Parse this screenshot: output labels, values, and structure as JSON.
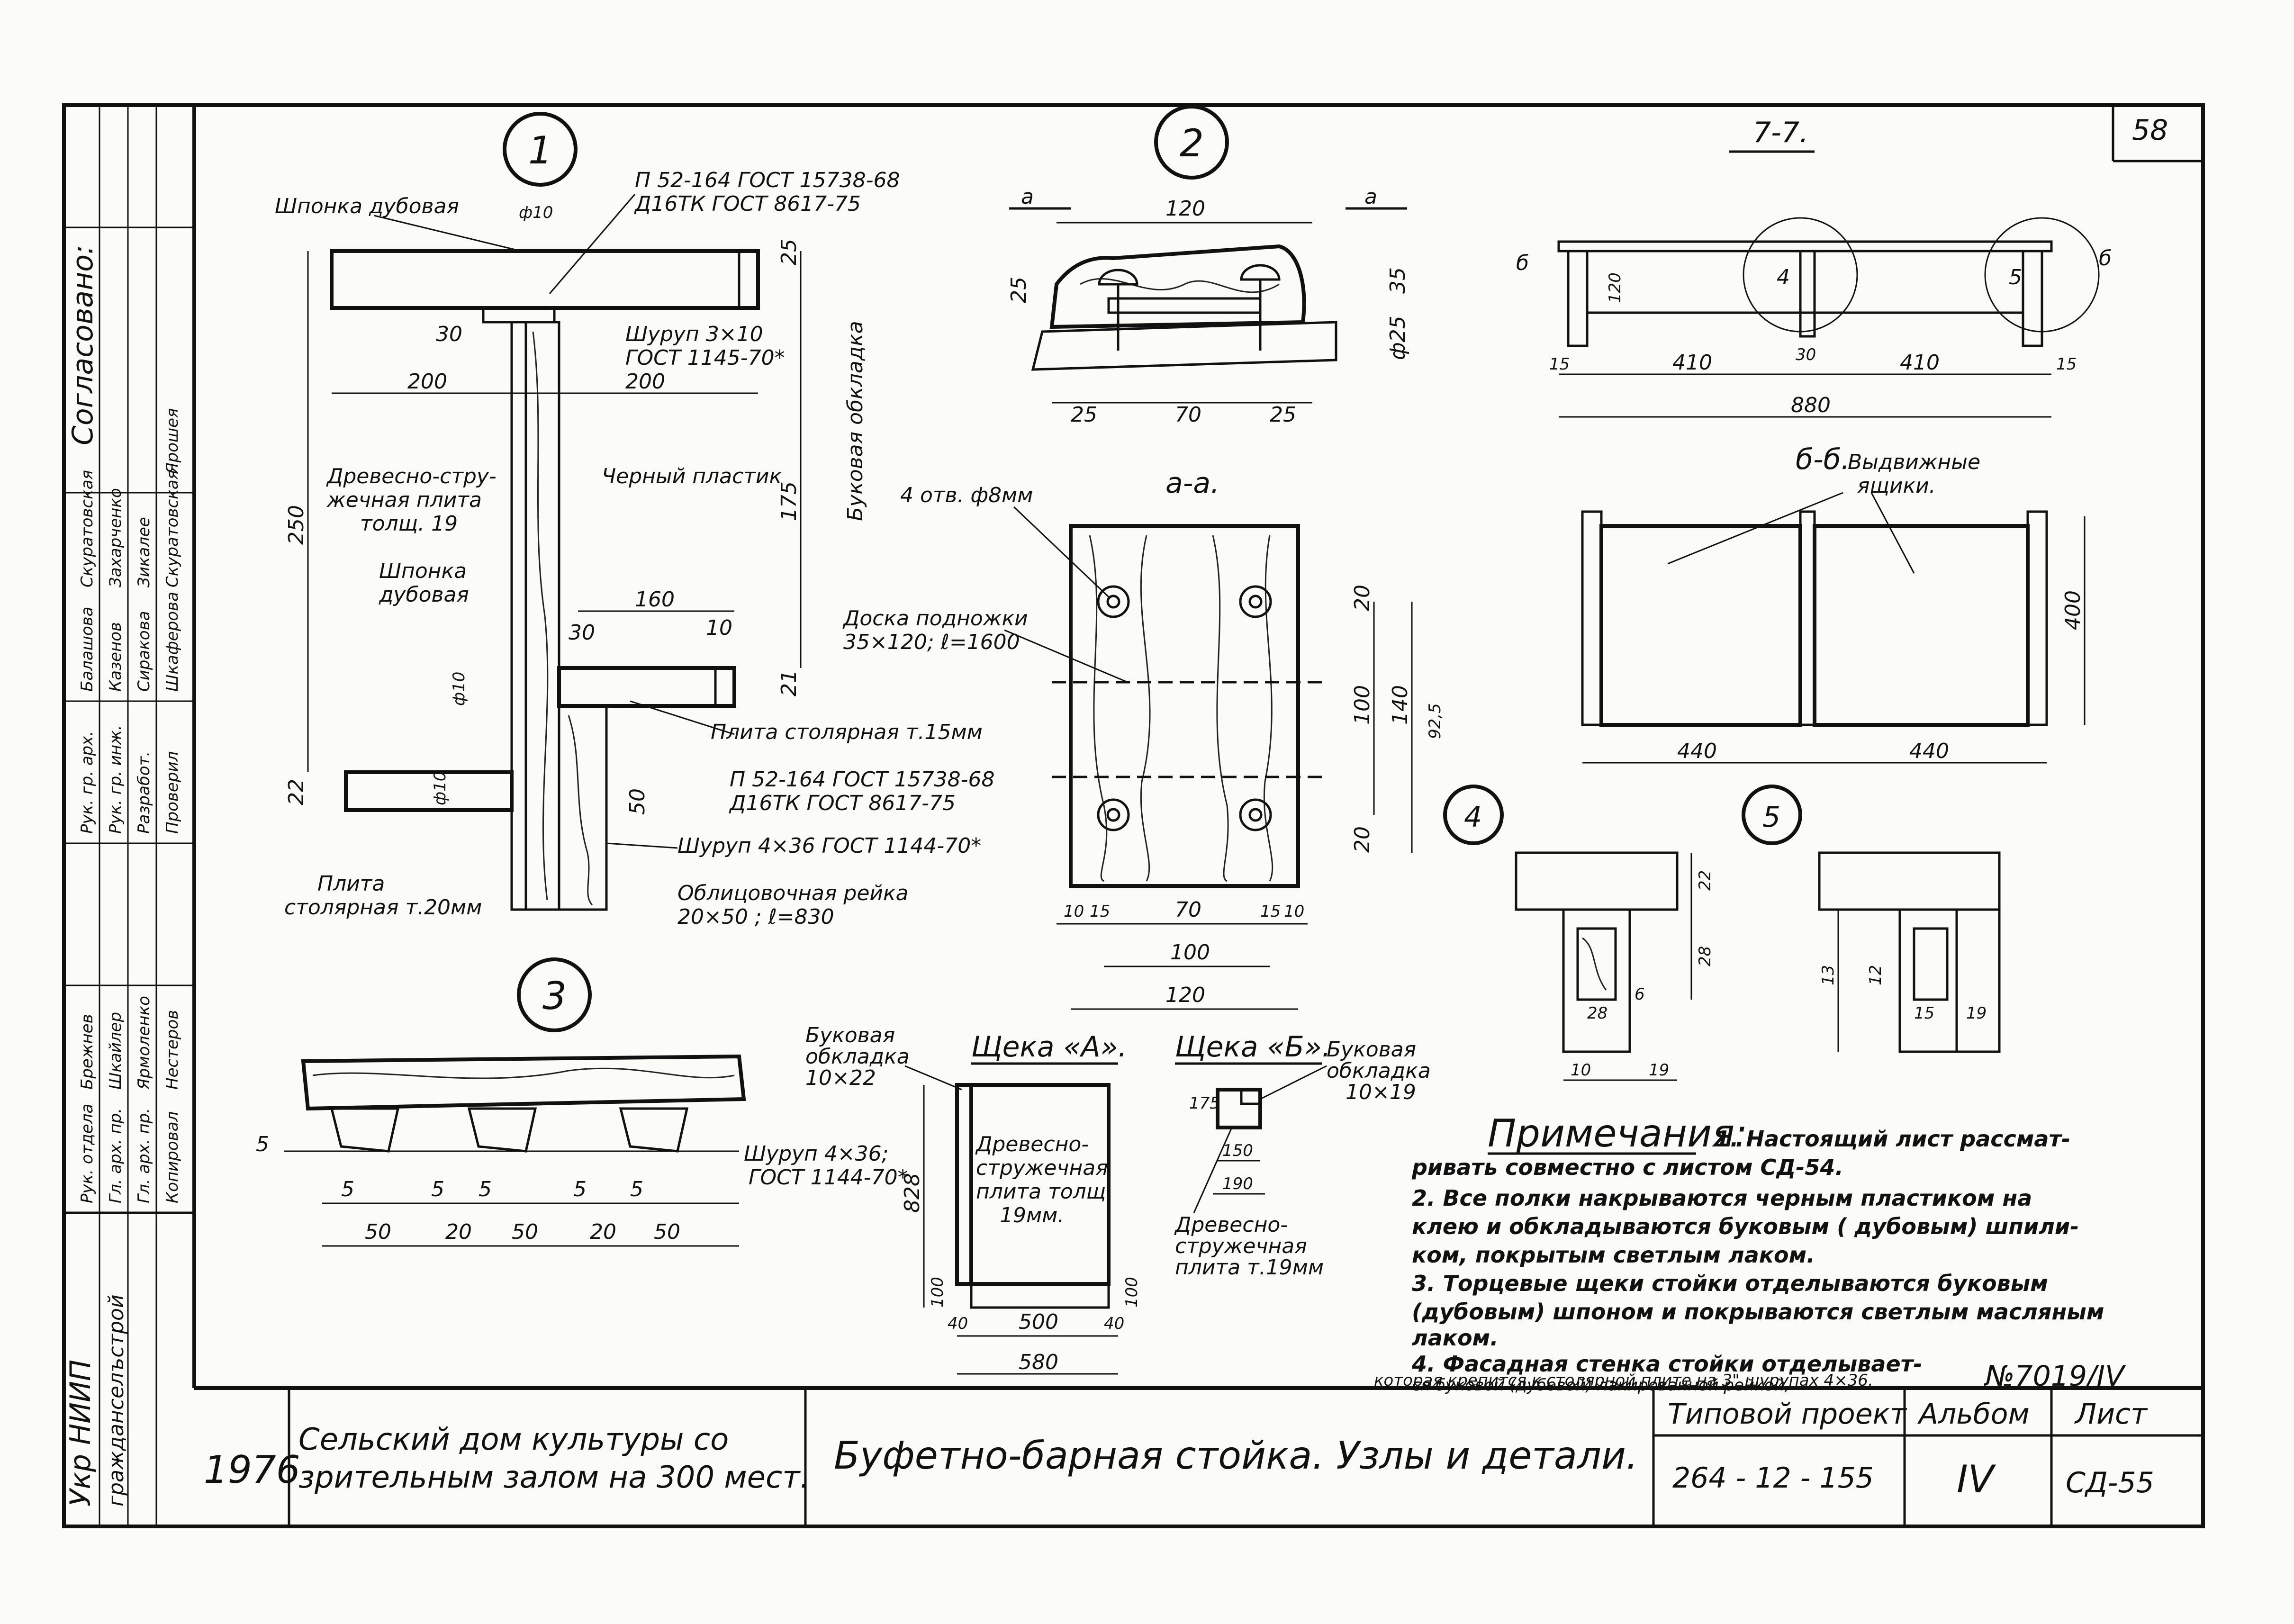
{
  "sheet": {
    "sheet_no": "58",
    "archive_no": "№7019/IV",
    "year": "1976",
    "project_name_line1": "Сельский дом культуры со",
    "project_name_line2": "зрительным залом на 300 мест.",
    "drawing_title": "Буфетно-барная стойка. Узлы и детали.",
    "typical_project_label": "Типовой проект",
    "typical_project_no": "264 - 12 - 155",
    "album_label": "Альбом",
    "album_no": "IV",
    "sheet_label": "Лист",
    "sheet_code": "СД-55"
  },
  "side_block": {
    "approved_label": "Согласовано:",
    "org_line1": "Укр НИИП",
    "org_line2": "гражданселъстрой",
    "roles": [
      "Рук. отдела",
      "Гл. арх. пр.",
      "Гл. арх. пр.",
      "Рук. гр. арх.",
      "Рук. гр. инж.",
      "Разработ.",
      "Проверил",
      "Копировал"
    ],
    "names": [
      "Брежнев",
      "Шкайлер",
      "Ярмоленко",
      "Балашова",
      "Казенов",
      "Сиракова",
      "Шкаферова",
      "Нестеров"
    ],
    "names2": [
      "Скуратовская",
      "Захарченко",
      "Зикалее",
      "Скуратовская",
      "Ярошея"
    ]
  },
  "node1": {
    "num": "1",
    "shponka_top": "Шпонка дубовая",
    "phi10": "ф10",
    "gost1_l1": "П 52-164 ГОСТ 15738-68",
    "gost1_l2": "Д16ТК ГОСТ 8617-75",
    "shurup1_l1": "Шуруп 3×10",
    "shurup1_l2": "ГОСТ 1145-70*",
    "bukovaya": "Буковая обкладка",
    "dsp_l1": "Древесно-стру-",
    "dsp_l2": "жечная плита",
    "dsp_l3": "толщ. 19",
    "cherny": "Черный пластик",
    "shponka2_l1": "Шпонка",
    "shponka2_l2": "дубовая",
    "plita15": "Плита столярная т.15мм",
    "gost2_l1": "П 52-164 ГОСТ 15738-68",
    "gost2_l2": "Д16ТК ГОСТ 8617-75",
    "shurup2": "Шуруп 4×36 ГОСТ 1144-70*",
    "oblic_l1": "Облицовочная рейка",
    "oblic_l2": "20×50 ; ℓ=830",
    "plita20_l1": "Плита",
    "plita20_l2": "столярная т.20мм",
    "d200a": "200",
    "d200b": "200",
    "d250": "250",
    "d25": "25",
    "d175": "175",
    "d160": "160",
    "d30a": "30",
    "d30b": "30",
    "d10": "10",
    "d21": "21",
    "d22": "22",
    "d50": "50",
    "dphi10": "ф10",
    "dphi10b": "ф10"
  },
  "node2": {
    "num": "2",
    "sec_a": "а",
    "d120": "120",
    "d25a": "25",
    "d35": "35",
    "dphi25": "ф25",
    "d25b": "25",
    "d70": "70",
    "d25c": "25"
  },
  "section_aa": {
    "title": "а-а.",
    "otv": "4 отв. ф8мм",
    "doska_l1": "Доска подножки",
    "doska_l2": "35×120; ℓ=1600",
    "d20a": "20",
    "d100": "100",
    "d140": "140",
    "d20b": "20",
    "d925": "92,5",
    "d10a": "10",
    "d15a": "15",
    "d70": "70",
    "d15b": "15",
    "d10b": "10",
    "dh100": "100",
    "d120": "120"
  },
  "section_77": {
    "title": "7-7.",
    "sec_b": "б",
    "n4": "4",
    "n5": "5",
    "d120": "120",
    "d410a": "410",
    "d30": "30",
    "d410b": "410",
    "d15a": "15",
    "d15b": "15",
    "d880": "880"
  },
  "section_bb": {
    "title": "б-б.",
    "drawers_l1": "Выдвижные",
    "drawers_l2": "ящики.",
    "d400": "400",
    "d440a": "440",
    "d440b": "440"
  },
  "node3": {
    "num": "3",
    "shurup_l1": "Шуруп 4×36;",
    "shurup_l2": "ГОСТ 1144-70*",
    "d5": "5",
    "d5a": "5",
    "d5b": "5",
    "d5c": "5",
    "d5d": "5",
    "d5e": "5",
    "d50a": "50",
    "d20a": "20",
    "d50b": "50",
    "d20b": "20",
    "d50c": "50"
  },
  "cheek_a": {
    "title": "Щека «А».",
    "buk_l1": "Буковая",
    "buk_l2": "обкладка",
    "buk_l3": "10×22",
    "dsp_l1": "Древесно-",
    "dsp_l2": "стружечная",
    "dsp_l3": "плита толщ.",
    "dsp_l4": "19мм.",
    "d828": "828",
    "d100": "100",
    "d100b": "100",
    "d40a": "40",
    "d500": "500",
    "d40b": "40",
    "d580": "580"
  },
  "cheek_b": {
    "title": "Щека «Б».",
    "buk_l1": "Буковая",
    "buk_l2": "обкладка",
    "buk_l3": "10×19",
    "dsp_l1": "Древесно-",
    "dsp_l2": "стружечная",
    "dsp_l3": "плита т.19мм",
    "d175": "175",
    "d150": "150",
    "d190": "190"
  },
  "node4": {
    "num": "4",
    "d22": "22",
    "d28": "28",
    "d28b": "28",
    "d6": "6",
    "d10": "10",
    "d19": "19"
  },
  "node5": {
    "num": "5",
    "d13": "13",
    "d12": "12",
    "d15": "15",
    "d19": "19"
  },
  "notes": {
    "heading": "Примечания:",
    "l1a": "1. Настоящий лист рассмат-",
    "l1b": "ривать совместно с листом СД-54.",
    "l2a": "2.   Все полки накрываются черным пластиком на",
    "l2b": "клею и обкладываются буковым ( дубовым) шпили-",
    "l2c": "ком, покрытым светлым лаком.",
    "l3a": "3.   Торцевые щеки стойки отделываются буковым",
    "l3b": "(дубовым) шпоном и покрываются светлым масляным",
    "l3c": "лаком.",
    "l4a": "4.   Фасадная стенка стойки отделывает-",
    "l4b": "ся буковой (дубовой) лакированной рейкой,",
    "l4c": "которая крепится к столярной плите на 3\" шурупах 4×36."
  }
}
